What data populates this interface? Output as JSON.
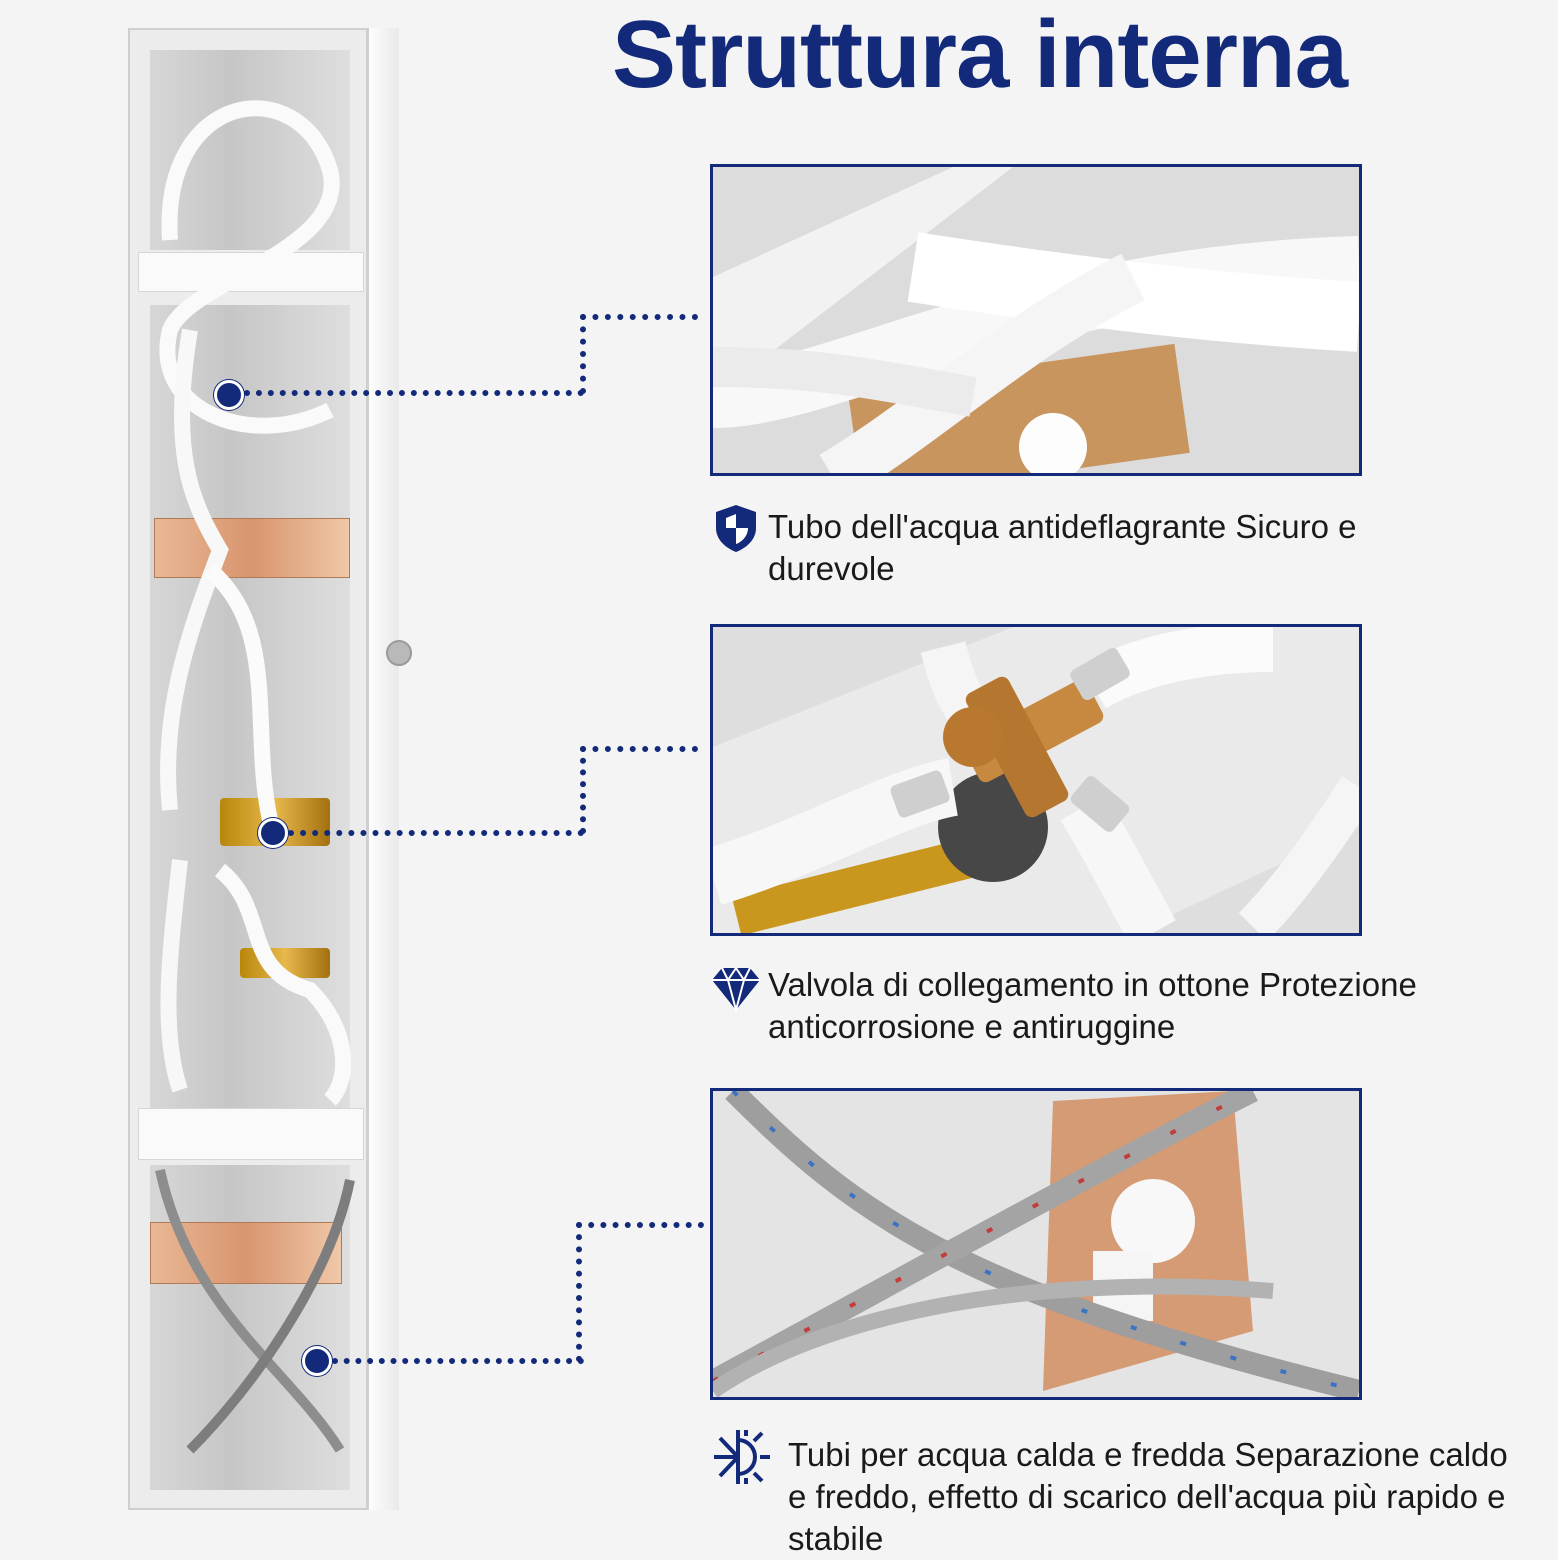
{
  "title": "Struttura interna",
  "colors": {
    "accent": "#13297a"
  },
  "features": [
    {
      "icon": "shield-icon",
      "text": "Tubo dell'acqua antideflagrante Sicuro e durevole"
    },
    {
      "icon": "diamond-icon",
      "text": "Valvola di collegamento in ottone Protezione anticorrosione e antiruggine"
    },
    {
      "icon": "snowflake-sun-icon",
      "text": "Tubi per acqua calda e fredda Separazione caldo e freddo, effetto di scarico dell'acqua più rapido e stabile"
    }
  ]
}
